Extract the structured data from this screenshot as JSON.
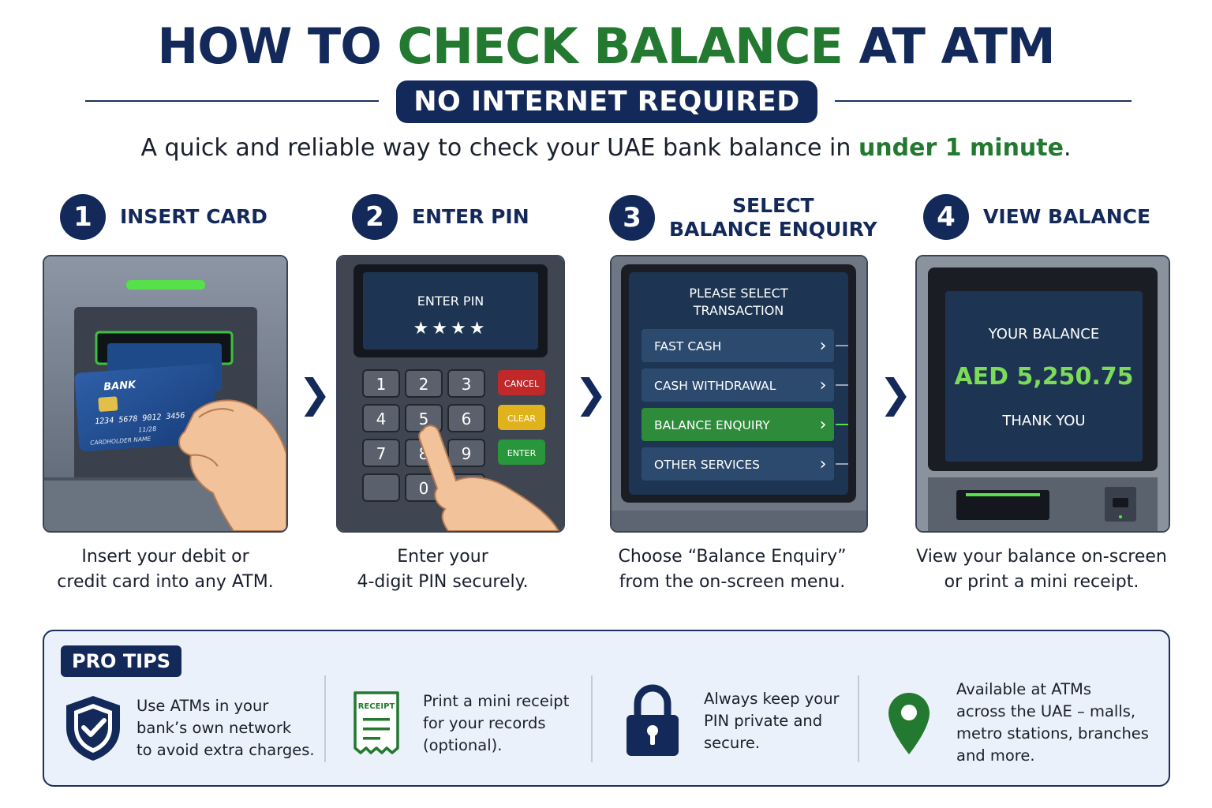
{
  "header": {
    "title_part1": "HOW TO ",
    "title_accent": "CHECK BALANCE",
    "title_part2": " AT ATM",
    "badge": "NO INTERNET REQUIRED",
    "subtitle_part1": "A quick and reliable way to check your UAE bank balance in ",
    "subtitle_highlight": "under 1 minute",
    "subtitle_end": "."
  },
  "steps": [
    {
      "number": "1",
      "title_line1": "INSERT CARD",
      "title_line2": "",
      "caption_line1": "Insert your debit or",
      "caption_line2": "credit card into any ATM."
    },
    {
      "number": "2",
      "title_line1": "ENTER PIN",
      "title_line2": "",
      "caption_line1": "Enter your",
      "caption_line2": "4-digit PIN securely."
    },
    {
      "number": "3",
      "title_line1": "SELECT",
      "title_line2": "BALANCE ENQUIRY",
      "caption_line1": "Choose “Balance Enquiry”",
      "caption_line2": "from the on-screen menu."
    },
    {
      "number": "4",
      "title_line1": "VIEW BALANCE",
      "title_line2": "",
      "caption_line1": "View your balance on-screen",
      "caption_line2": "or print a mini receipt."
    }
  ],
  "arrow_glyph": "❯",
  "card": {
    "bank": "BANK",
    "number": "1234  5678  9012  3456",
    "expiry": "11/28",
    "holder": "CARDHOLDER NAME"
  },
  "pin_screen": {
    "label": "ENTER PIN",
    "mask": "★★★★",
    "keys": [
      "1",
      "2",
      "3",
      "4",
      "5",
      "6",
      "7",
      "8",
      "9",
      "",
      "0",
      ""
    ],
    "cancel": "CANCEL",
    "clear": "CLEAR",
    "enter": "ENTER"
  },
  "menu_screen": {
    "heading_line1": "PLEASE SELECT",
    "heading_line2": "TRANSACTION",
    "options": [
      "FAST CASH",
      "CASH WITHDRAWAL",
      "BALANCE ENQUIRY",
      "OTHER SERVICES"
    ],
    "selected_index": 2,
    "chevron": "›"
  },
  "balance_screen": {
    "label": "YOUR BALANCE",
    "amount": "AED 5,250.75",
    "thanks": "THANK YOU"
  },
  "tips": {
    "label": "PRO TIPS",
    "receipt_icon_text": "RECEIPT",
    "items": [
      {
        "icon": "shield-check-icon",
        "lines": [
          "Use ATMs in your",
          "bank’s own network",
          "to avoid extra charges."
        ]
      },
      {
        "icon": "receipt-icon",
        "lines": [
          "Print a mini receipt",
          "for your records",
          "(optional)."
        ]
      },
      {
        "icon": "lock-icon",
        "lines": [
          "Always keep your",
          "PIN private and",
          "secure."
        ]
      },
      {
        "icon": "location-pin-icon",
        "lines": [
          "Available at ATMs",
          "across the UAE – malls,",
          "metro stations, branches",
          "and more."
        ]
      }
    ]
  },
  "colors": {
    "navy": "#13295a",
    "green": "#22792f",
    "balance_green": "#7ddb5a",
    "screen": "#1d3552",
    "cancel": "#c0282a",
    "clear": "#e0b21c",
    "enter": "#28963a"
  }
}
